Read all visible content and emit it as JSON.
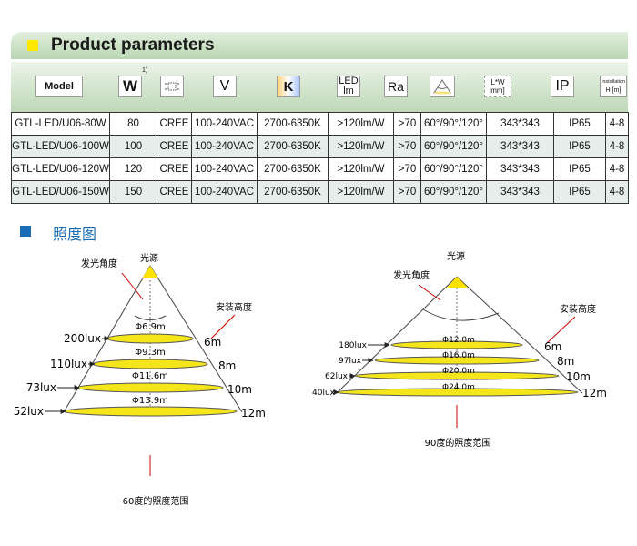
{
  "header": {
    "title": "Product parameters"
  },
  "icons": {
    "model": "Model",
    "watt": "W",
    "watt_note": "1)",
    "volt": "V",
    "kelvin": "K",
    "led_line1": "LED",
    "led_line2": "lm",
    "ra": "Ra",
    "size_line1": "L*W",
    "size_line2": "mm]",
    "ip": "IP",
    "install_line1": "Installation",
    "install_line2": "H [m]"
  },
  "table": {
    "rows": [
      [
        "GTL-LED/U06-80W",
        "80",
        "CREE",
        "100-240VAC",
        "2700-6350K",
        ">120lm/W",
        ">70",
        "60°/90°/120°",
        "343*343",
        "IP65",
        "4-8"
      ],
      [
        "GTL-LED/U06-100W",
        "100",
        "CREE",
        "100-240VAC",
        "2700-6350K",
        ">120lm/W",
        ">70",
        "60°/90°/120°",
        "343*343",
        "IP65",
        "4-8"
      ],
      [
        "GTL-LED/U06-120W",
        "120",
        "CREE",
        "100-240VAC",
        "2700-6350K",
        ">120lm/W",
        ">70",
        "60°/90°/120°",
        "343*343",
        "IP65",
        "4-8"
      ],
      [
        "GTL-LED/U06-150W",
        "150",
        "CREE",
        "100-240VAC",
        "2700-6350K",
        ">120lm/W",
        ">70",
        "60°/90°/120°",
        "343*343",
        "IP65",
        "4-8"
      ]
    ]
  },
  "section": {
    "title": "照度图"
  },
  "diagram60": {
    "light_source": "光源",
    "beam_angle": "发光角度",
    "mount_height": "安装高度",
    "caption": "60度的照度范围",
    "lux": [
      "200lux",
      "110lux",
      "73lux",
      "52lux"
    ],
    "diameter": [
      "Φ6.9m",
      "Φ9.3m",
      "Φ11.6m",
      "Φ13.9m"
    ],
    "height": [
      "6m",
      "8m",
      "10m",
      "12m"
    ]
  },
  "diagram90": {
    "light_source": "光源",
    "beam_angle": "发光角度",
    "mount_height": "安装高度",
    "caption": "90度的照度范围",
    "lux": [
      "180lux",
      "97lux",
      "62lux",
      "40lux"
    ],
    "diameter": [
      "Φ12.0m",
      "Φ16.0m",
      "Φ20.0m",
      "Φ24.0m"
    ],
    "height": [
      "6m",
      "8m",
      "10m",
      "12m"
    ]
  }
}
